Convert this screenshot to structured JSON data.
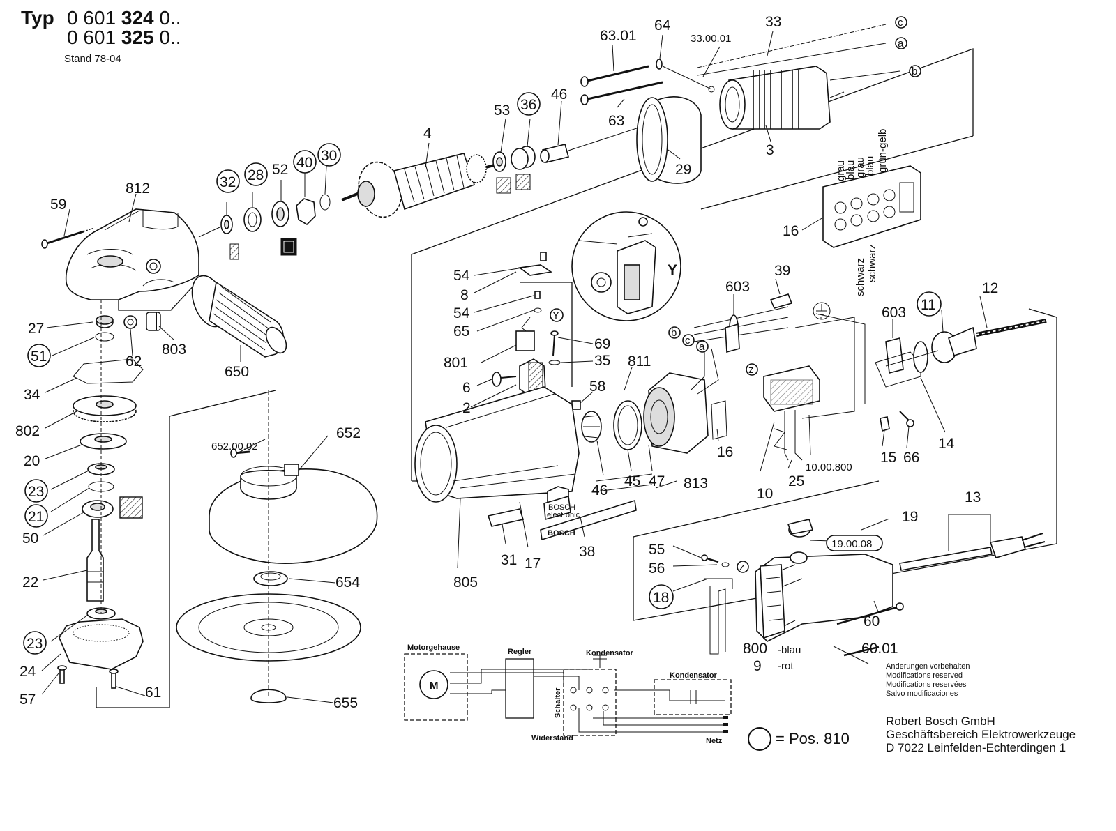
{
  "header": {
    "typ_label": "Typ",
    "models": [
      {
        "prefix": "0 601 ",
        "bold": "324",
        "suffix": " 0.."
      },
      {
        "prefix": "0 601 ",
        "bold": "325",
        "suffix": " 0.."
      }
    ],
    "stand": "Stand 78-04"
  },
  "parts": {
    "p59": "59",
    "p812": "812",
    "p27": "27",
    "p51": "51",
    "p62": "62",
    "p803": "803",
    "p34": "34",
    "p802": "802",
    "p20": "20",
    "p23a": "23",
    "p21": "21",
    "p50": "50",
    "p22": "22",
    "p23b": "23",
    "p24": "24",
    "p57": "57",
    "p61": "61",
    "p32": "32",
    "p28": "28",
    "p52": "52",
    "p40": "40",
    "p30": "30",
    "p650": "650",
    "p4": "4",
    "p53": "53",
    "p36": "36",
    "p46a": "46",
    "p63_01": "63.01",
    "p64": "64",
    "p63": "63",
    "p33_00_01": "33.00.01",
    "p33": "33",
    "p3": "3",
    "p29": "29",
    "p16a": "16",
    "p652_00_02": "652.00.02",
    "p652": "652",
    "p654": "654",
    "p655": "655",
    "p54a": "54",
    "p8": "8",
    "p54b": "54",
    "p65": "65",
    "p69": "69",
    "p35": "35",
    "p801": "801",
    "p6": "6",
    "p2": "2",
    "p58": "58",
    "pY": "Y",
    "p805": "805",
    "p31": "31",
    "p17": "17",
    "p38": "38",
    "p811": "811",
    "p46b": "46",
    "p45": "45",
    "p47": "47",
    "p813": "813",
    "p16b": "16",
    "p603a": "603",
    "p39": "39",
    "p603b": "603",
    "p11": "11",
    "p12": "12",
    "p10": "10",
    "p25": "25",
    "p10_00_800": "10.00.800",
    "p15": "15",
    "p66": "66",
    "p14": "14",
    "p13": "13",
    "p19": "19",
    "p19_00_08": "19.00.08",
    "p55": "55",
    "p56": "56",
    "p18": "18",
    "p60": "60",
    "p60_01": "60.01",
    "p800": "800",
    "p9": "9",
    "blau": "-blau",
    "rot": "-rot"
  },
  "refs": {
    "c": "c",
    "a": "a",
    "b": "b",
    "z": "z",
    "Y": "Y"
  },
  "terminal_wires": [
    "grau",
    "blau",
    "grau",
    "blau",
    "grün-gelb",
    "schwarz",
    "schwarz"
  ],
  "wiring": {
    "motorgehause": "Motorgehause",
    "m": "M",
    "regler": "Regler",
    "kondensator1": "Kondensator",
    "kondensator2": "Kondensator",
    "schalter": "Schalter",
    "widerstand": "Widerstand",
    "netz": "Netz"
  },
  "brand": {
    "bosch": "BOSCH",
    "electronic": "electronic",
    "bosch_plate": "BOSCH"
  },
  "legend": {
    "eq": "= Pos.",
    "num": "810"
  },
  "notes": [
    "Anderungen vorbehalten",
    "Modifications reserved",
    "Modifications reservées",
    "Salvo modificaciones"
  ],
  "company": [
    "Robert Bosch GmbH",
    "Geschäftsbereich Elektrowerkzeuge",
    "D 7022 Leinfelden-Echterdingen 1"
  ]
}
